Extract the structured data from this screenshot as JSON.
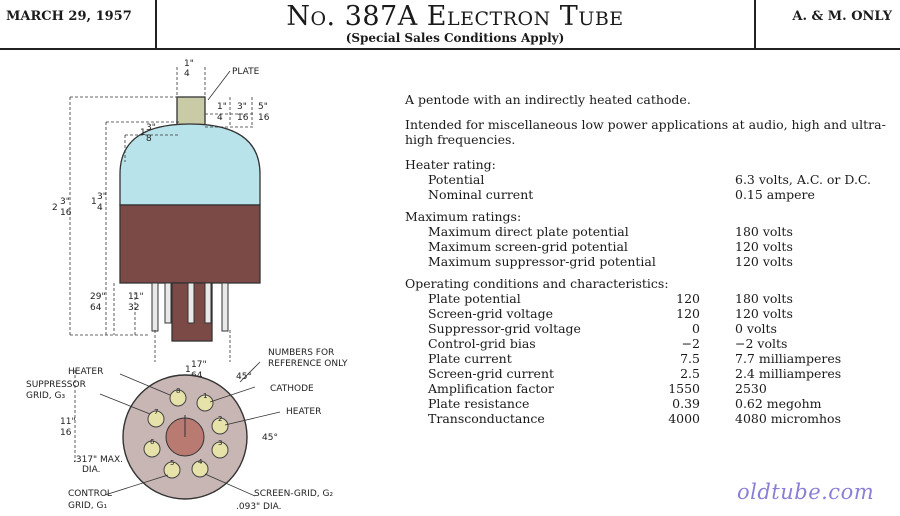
{
  "header": {
    "date": "MARCH 29, 1957",
    "title": "No. 387A Electron Tube",
    "subtitle": "(Special Sales Conditions Apply)",
    "restriction": "A. & M. ONLY"
  },
  "description": {
    "line1": "A pentode with an indirectly heated cathode.",
    "line2": "Intended for miscellaneous low power applications at audio, high and ultra-high frequencies."
  },
  "heater_rating": {
    "heading": "Heater rating:",
    "rows": [
      {
        "label": "Potential",
        "value": "6.3  volts, A.C. or D.C."
      },
      {
        "label": "Nominal current",
        "value": "0.15 ampere"
      }
    ]
  },
  "max_ratings": {
    "heading": "Maximum ratings:",
    "rows": [
      {
        "label": "Maximum direct plate potential",
        "value": "180 volts"
      },
      {
        "label": "Maximum screen-grid potential",
        "value": "120 volts"
      },
      {
        "label": "Maximum suppressor-grid potential",
        "value": "120 volts"
      }
    ]
  },
  "operating": {
    "heading": "Operating conditions and characteristics:",
    "rows": [
      {
        "label": "Plate potential",
        "v1": "120",
        "v2": "180 volts"
      },
      {
        "label": "Screen-grid voltage",
        "v1": "120",
        "v2": "120 volts"
      },
      {
        "label": "Suppressor-grid voltage",
        "v1": "0",
        "v2": "0 volts"
      },
      {
        "label": "Control-grid bias",
        "v1": "−2",
        "v2": "−2 volts"
      },
      {
        "label": "Plate current",
        "v1": "7.5",
        "v2": "7.7 milliamperes"
      },
      {
        "label": "Screen-grid current",
        "v1": "2.5",
        "v2": "2.4 milliamperes"
      },
      {
        "label": "Amplification factor",
        "v1": "1550",
        "v2": "2530"
      },
      {
        "label": "Plate resistance",
        "v1": "0.39",
        "v2": "0.62 megohm"
      },
      {
        "label": "Transconductance",
        "v1": "4000",
        "v2": "4080 micromhos"
      }
    ]
  },
  "diagram_labels": {
    "plate": "PLATE",
    "numbers1": "NUMBERS FOR",
    "numbers2": "REFERENCE ONLY",
    "heater": "HEATER",
    "cathode": "CATHODE",
    "heater2": "HEATER",
    "suppressor1": "SUPPRESSOR",
    "suppressor2": "GRID, G₃",
    "control1": "CONTROL",
    "control2": "GRID, G₁",
    "screen": "SCREEN-GRID, G₂",
    "max_dia1": ".317\" MAX.",
    "max_dia2": "DIA.",
    "pin_dia": ".093\" DIA.",
    "angle1": "45°",
    "angle2": "45°",
    "pins": [
      "1",
      "2",
      "3",
      "4",
      "5",
      "6",
      "7",
      "8"
    ]
  },
  "watermark": "oldtube.com",
  "colors": {
    "bulb": "#b9e3ea",
    "base": "#7b4a47",
    "cap": "#c9caa6",
    "socket": "#c7b6b3"
  }
}
